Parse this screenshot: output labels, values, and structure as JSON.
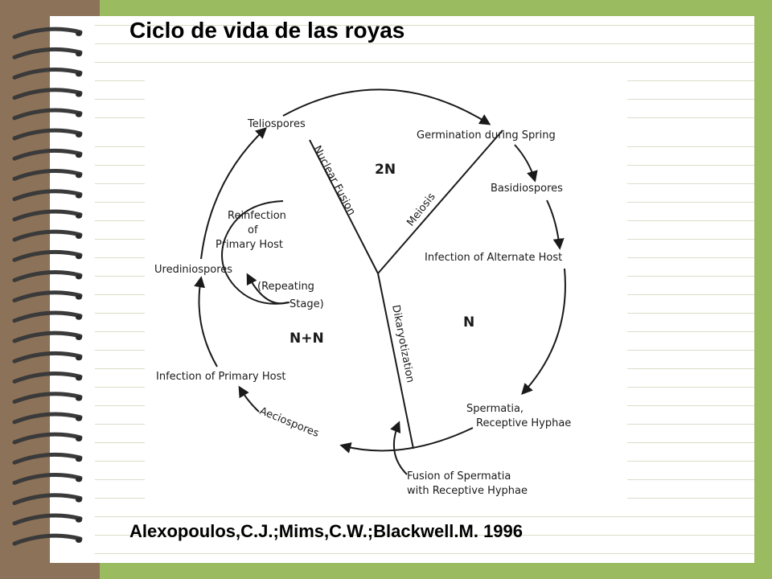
{
  "slide": {
    "title": "Ciclo de vida de las royas",
    "citation": "Alexopoulos,C.J.;Mims,C.W.;Blackwell.M. 1996",
    "colors": {
      "frame_green": "#9bbb61",
      "leather": "#8c7258",
      "paper": "#ffffff"
    }
  },
  "diagram": {
    "stages": {
      "teliospores": "Teliospores",
      "germination": "Germination during Spring",
      "basidiospores": "Basidiospores",
      "infection_alternate": "Infection of Alternate Host",
      "spermatia_1": "Spermatia,",
      "spermatia_2": "Receptive Hyphae",
      "fusion_1": "Fusion of Spermatia",
      "fusion_2": "with Receptive Hyphae",
      "aeciospores": "Aeciospores",
      "infection_primary": "Infection of Primary Host",
      "urediniospores": "Urediniospores",
      "reinfection_1": "Reinfection",
      "reinfection_2": "of",
      "reinfection_3": "Primary Host",
      "repeating_1": "(Repeating",
      "repeating_2": "Stage)"
    },
    "processes": {
      "nuclear_fusion": "Nuclear Fusion",
      "meiosis": "Meiosis",
      "dikaryotization": "Dikaryotization"
    },
    "ploidy": {
      "diploid": "2N",
      "haploid": "N",
      "dikaryon": "N+N"
    }
  }
}
